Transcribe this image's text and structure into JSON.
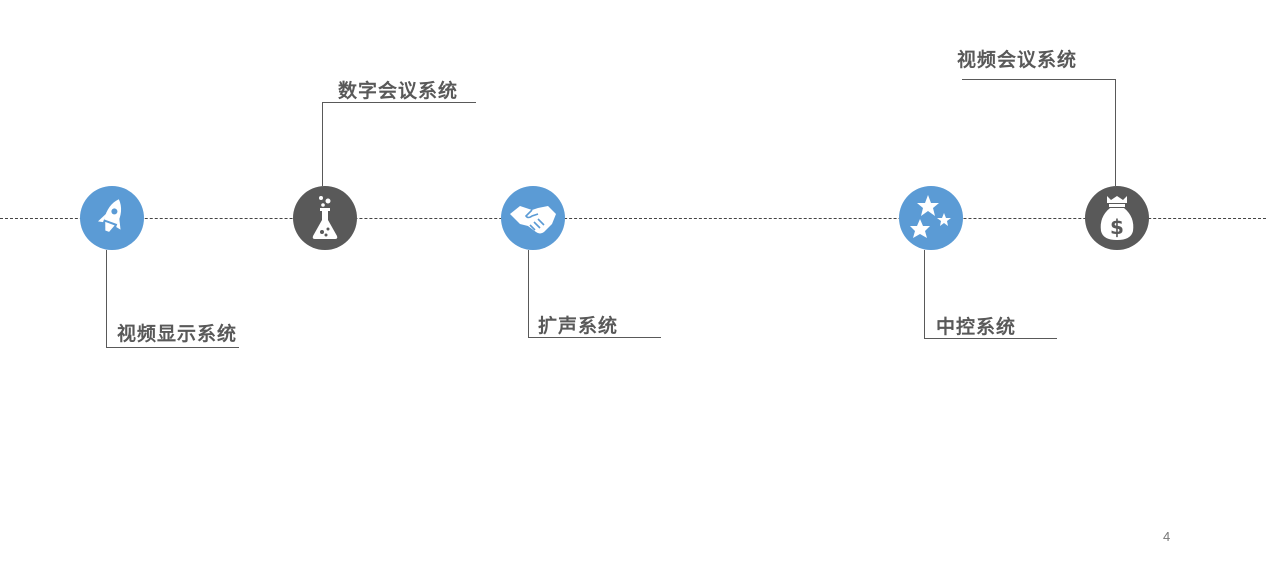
{
  "timeline": {
    "items": [
      {
        "label": "视频显示系统",
        "icon": "rocket-icon",
        "color": "#5b9bd5",
        "position": "below"
      },
      {
        "label": "数字会议系统",
        "icon": "flask-icon",
        "color": "#595959",
        "position": "above"
      },
      {
        "label": "扩声系统",
        "icon": "handshake-icon",
        "color": "#5b9bd5",
        "position": "below"
      },
      {
        "label": "中控系统",
        "icon": "stars-icon",
        "color": "#5b9bd5",
        "position": "below"
      },
      {
        "label": "视频会议系统",
        "icon": "money-bag-icon",
        "color": "#595959",
        "position": "above"
      }
    ]
  },
  "page": {
    "number": "4"
  }
}
